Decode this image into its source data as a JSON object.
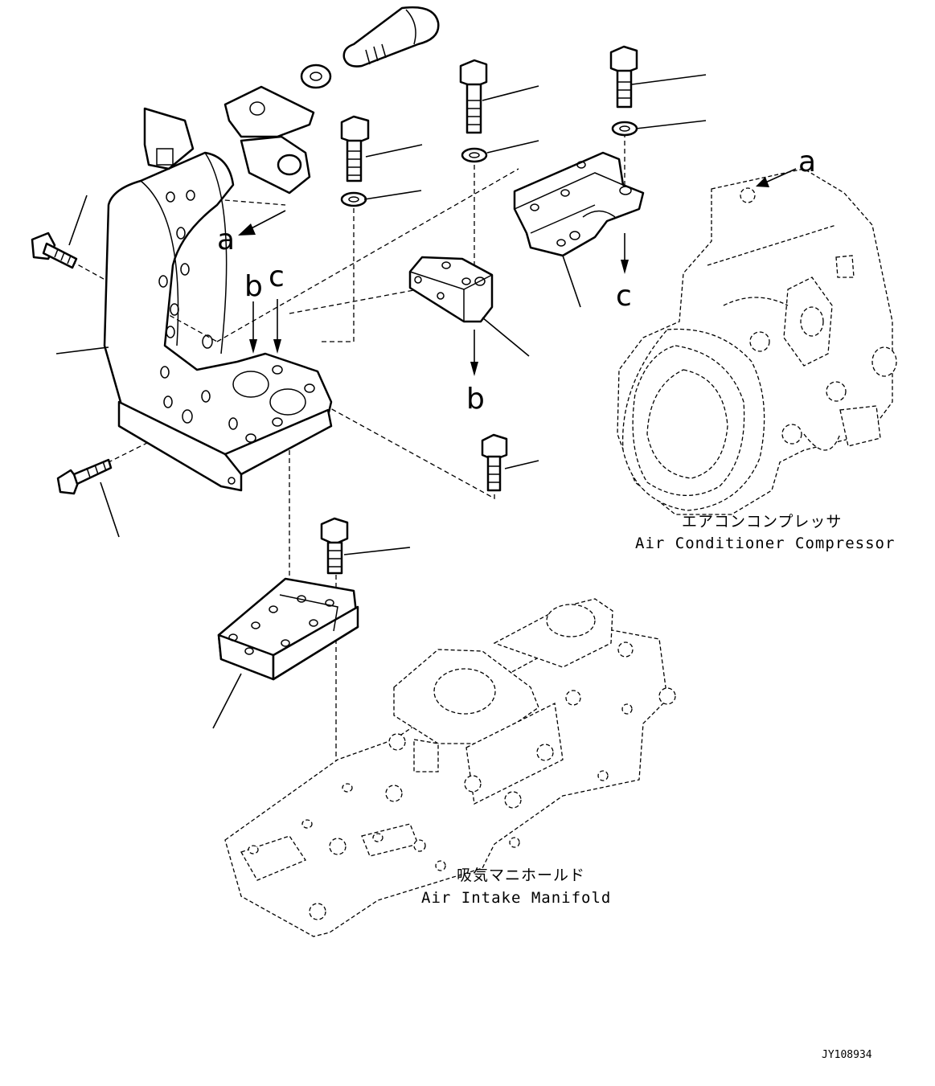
{
  "labels": {
    "compressor_jp": "エアコンコンプレッサ",
    "compressor_en": "Air Conditioner Compressor",
    "manifold_jp": "吸気マニホールド",
    "manifold_en": "Air Intake Manifold",
    "drawing_code": "JY108934"
  },
  "reference_letters": {
    "a": "a",
    "b": "b",
    "c": "c"
  },
  "icons": [
    "bolt-icon",
    "washer-icon",
    "bracket-icon",
    "spacer-icon",
    "plate-icon",
    "compressor-icon",
    "manifold-icon"
  ]
}
